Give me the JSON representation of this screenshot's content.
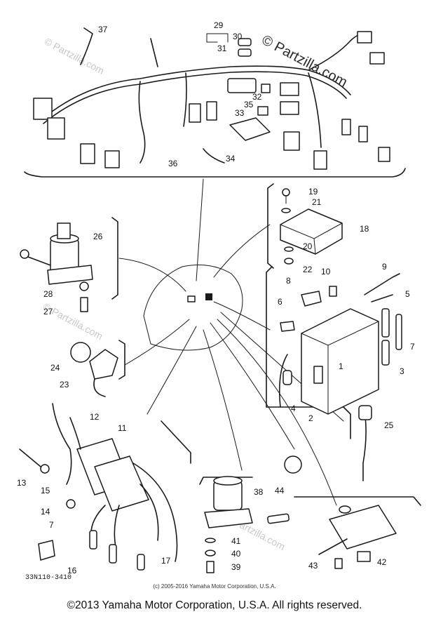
{
  "watermark": {
    "brand_text": "© Partzilla.com",
    "faint_text": "© Partzilla.com"
  },
  "labels": [
    "1",
    "2",
    "3",
    "4",
    "5",
    "6",
    "7",
    "7",
    "8",
    "9",
    "10",
    "11",
    "12",
    "13",
    "14",
    "15",
    "16",
    "17",
    "18",
    "19",
    "20",
    "21",
    "22",
    "23",
    "24",
    "25",
    "26",
    "27",
    "28",
    "29",
    "30",
    "31",
    "32",
    "33",
    "34",
    "35",
    "36",
    "37",
    "38",
    "39",
    "40",
    "41",
    "42",
    "43",
    "44"
  ],
  "diagram_code": "33N110-3410",
  "small_copyright": "(c) 2005-2016 Yamaha Motor Corporation, U.S.A.",
  "footer_copyright": "©2013 Yamaha Motor Corporation, U.S.A. All rights reserved."
}
